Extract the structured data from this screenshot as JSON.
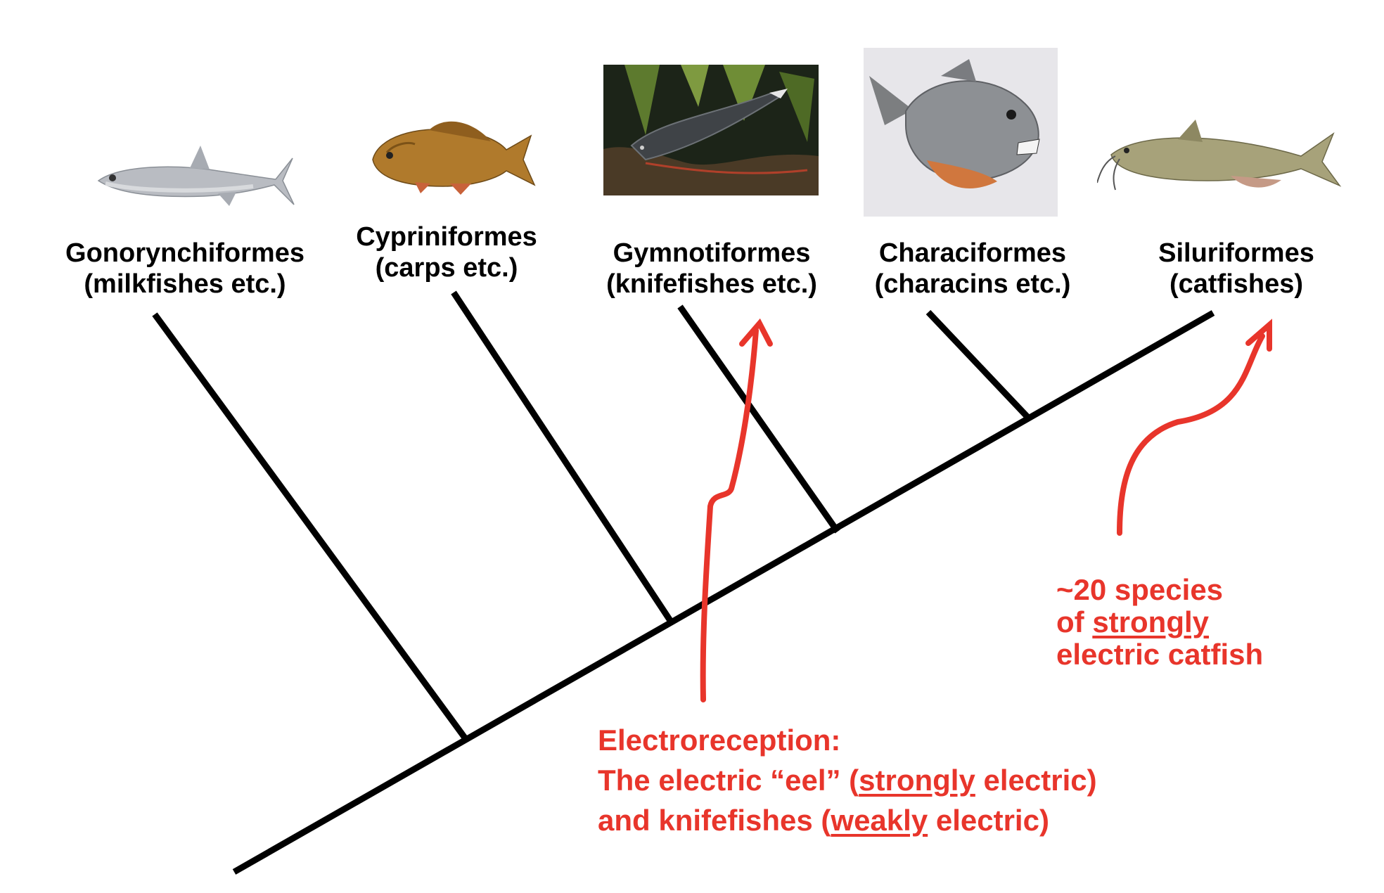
{
  "taxa": [
    {
      "name": "Gonorynchiformes",
      "common": "(milkfishes etc.)",
      "picture": "milkfish-illustration"
    },
    {
      "name": "Cypriniformes",
      "common": "(carps etc.)",
      "picture": "carp-illustration"
    },
    {
      "name": "Gymnotiformes",
      "common": "(knifefishes etc.)",
      "picture": "knifefish-photo"
    },
    {
      "name": "Characiformes",
      "common": "(characins etc.)",
      "picture": "piranha-photo"
    },
    {
      "name": "Siluriformes",
      "common": "(catfishes)",
      "picture": "catfish-illustration"
    }
  ],
  "annotations": {
    "electroreception": {
      "line1": "Electroreception:",
      "line2_a": "The electric “eel” (",
      "line2_u": "strongly",
      "line2_b": " electric)",
      "line3_a": "and knifefishes (",
      "line3_u": "weakly",
      "line3_b": " electric)"
    },
    "catfish": {
      "line1": "~20 species",
      "line2_a": "of ",
      "line2_u": "strongly",
      "line3": "electric catfish"
    }
  },
  "colors": {
    "tree": "#000000",
    "annotation": "#e8352b"
  }
}
